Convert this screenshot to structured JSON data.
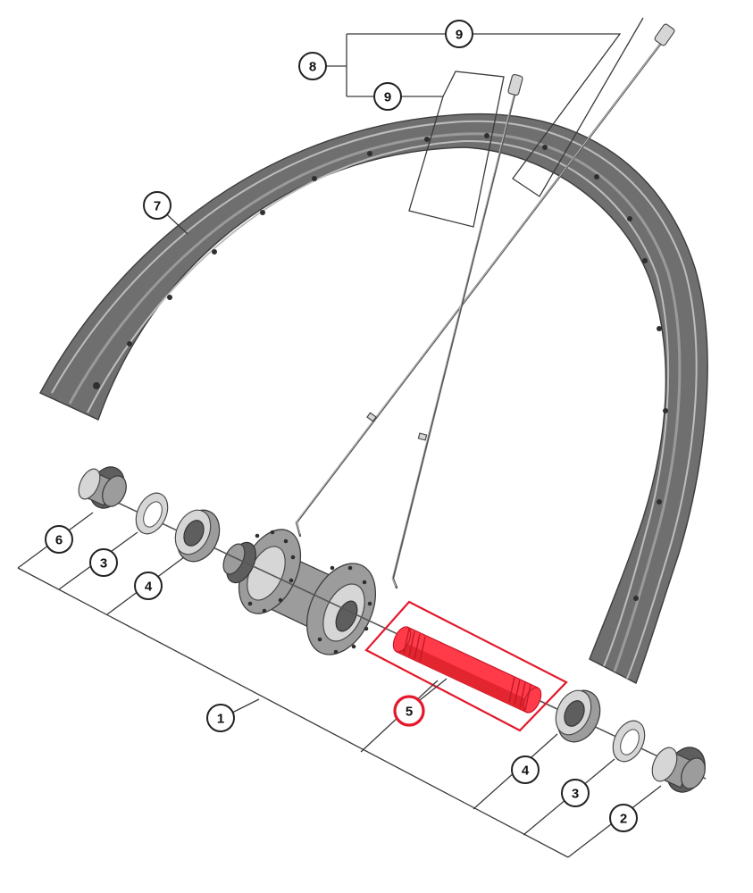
{
  "callouts": [
    {
      "id": "1",
      "label": "1"
    },
    {
      "id": "2",
      "label": "2"
    },
    {
      "id": "3a",
      "label": "3"
    },
    {
      "id": "3b",
      "label": "3"
    },
    {
      "id": "4a",
      "label": "4"
    },
    {
      "id": "4b",
      "label": "4"
    },
    {
      "id": "5",
      "label": "5",
      "highlighted": true
    },
    {
      "id": "6",
      "label": "6"
    },
    {
      "id": "7",
      "label": "7"
    },
    {
      "id": "8",
      "label": "8"
    },
    {
      "id": "9a",
      "label": "9"
    },
    {
      "id": "9b",
      "label": "9"
    }
  ],
  "highlight_color": "#e3192b",
  "highlighted_part_color": "#ff3b4a",
  "part_color": "#9c9c9c"
}
